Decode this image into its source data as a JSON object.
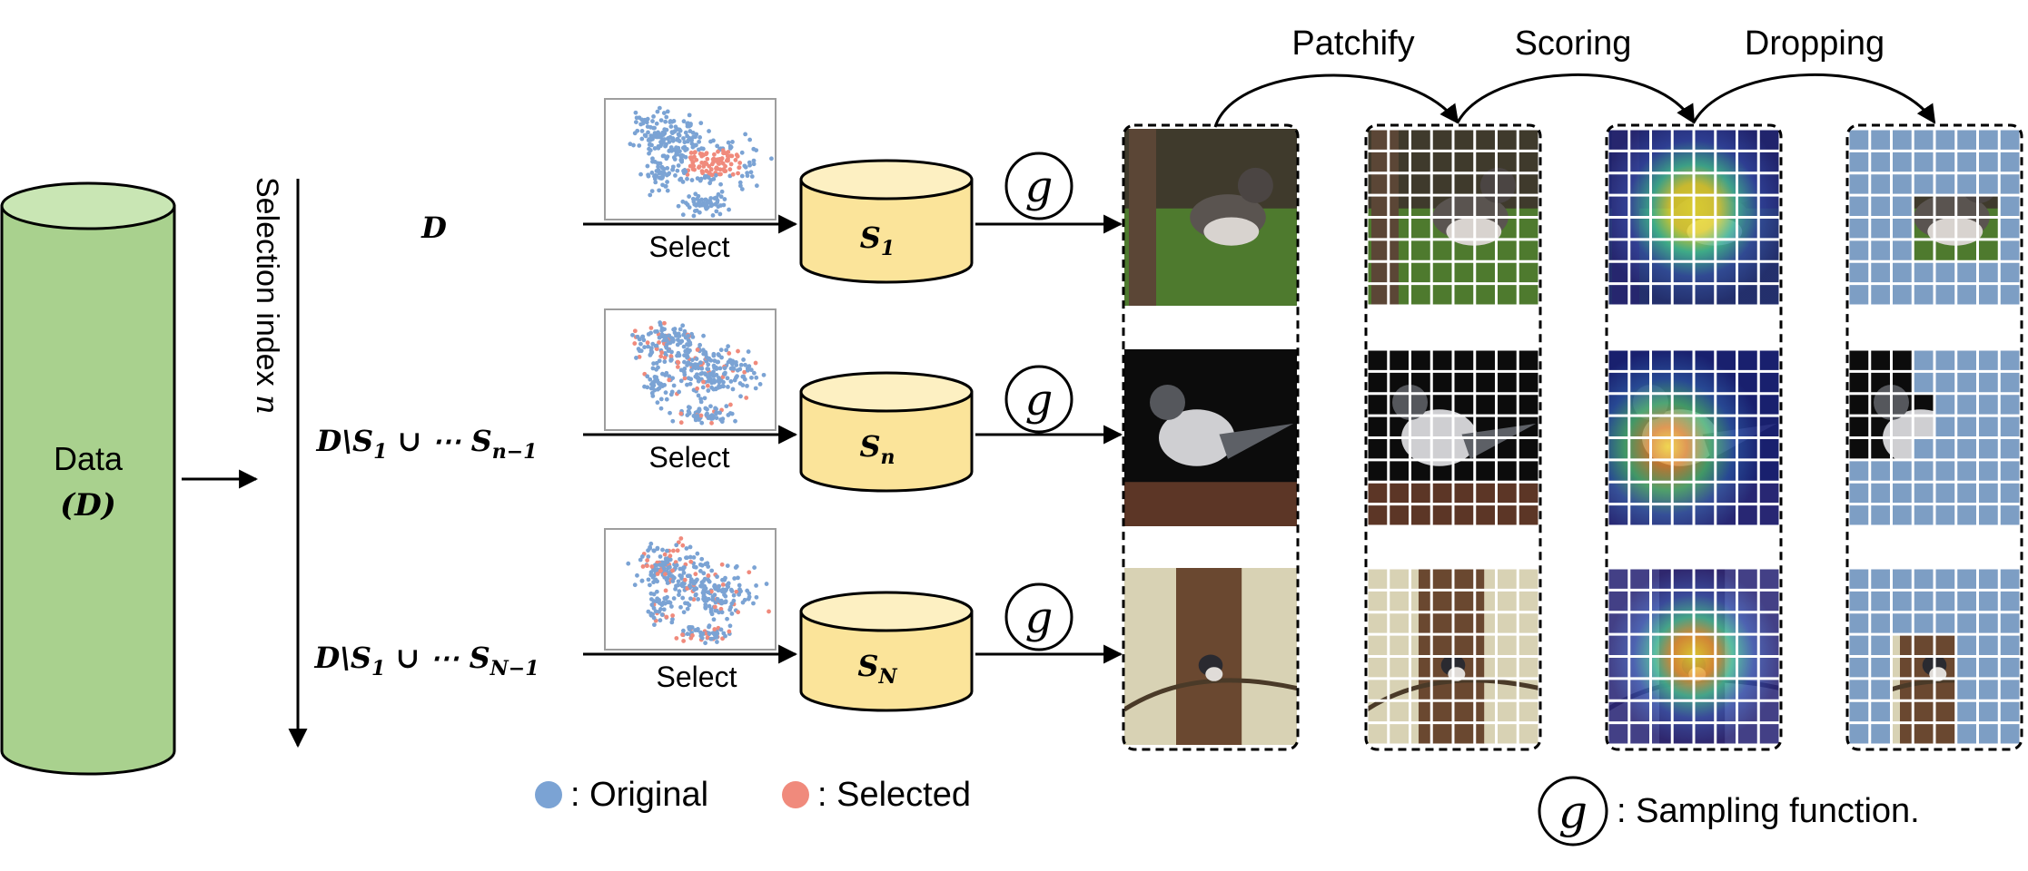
{
  "data_node": {
    "label": "Data",
    "symbol": "(D)"
  },
  "axis_label": "Selection index n",
  "rows": [
    {
      "subset": "D",
      "select_label": "Select",
      "output": "S1",
      "output_sub": "1",
      "function": "g",
      "bird": "junco-grass",
      "keep_mask": "0000000000000000000000000001111000011110000111100000000000000000"
    },
    {
      "subset": "D\\S1 ∪ ⋯ Sn−1",
      "select_label": "Select",
      "output": "Sn",
      "output_sub": "n",
      "function": "g",
      "bird": "junco-dark",
      "keep_mask": "1110000011100000111100001111000011100000000000000000000000000000"
    },
    {
      "subset": "D\\S1 ∪ ⋯ SN−1",
      "select_label": "Select",
      "output": "SN",
      "output_sub": "N",
      "function": "g",
      "bird": "junco-trunk",
      "keep_mask": "0000000000000000000000000011100000111000001110000011100000111000"
    }
  ],
  "stages": [
    "Patchify",
    "Scoring",
    "Dropping"
  ],
  "legend": {
    "original_label": ": Original",
    "selected_label": ": Selected",
    "original_color": "#7ba3d4",
    "selected_color": "#f08a7c",
    "function_symbol": "g",
    "function_label": ": Sampling function."
  },
  "colors": {
    "cylinder_green": "#a9d18e",
    "cylinder_green_top": "#c9e6b4",
    "cylinder_yellow": "#fbe49a",
    "cylinder_yellow_top": "#fdf0c2",
    "mask_patch": "#7d9ec4"
  }
}
